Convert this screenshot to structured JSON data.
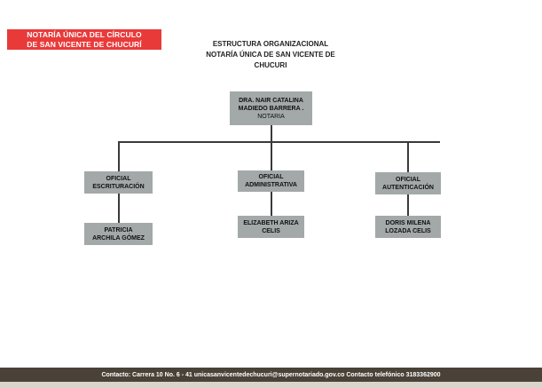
{
  "header": {
    "badge_line1": "NOTARÍA ÚNICA DEL CÍRCULO",
    "badge_line2": "DE SAN VICENTE DE CHUCURÍ",
    "title_line1": "ESTRUCTURA ORGANIZACIONAL",
    "title_line2": "NOTARÍA ÚNICA DE SAN VICENTE DE",
    "title_line3": "CHUCURI"
  },
  "org": {
    "root": {
      "line1": "DRA. NAIR CATALINA",
      "line2": "MADIEDO BARRERA .",
      "role": "NOTARIA"
    },
    "branches": [
      {
        "office_line1": "OFICIAL",
        "office_line2": "ESCRITURACIÓN",
        "person_line1": "PATRICIA",
        "person_line2": "ARCHILA GÓMEZ"
      },
      {
        "office_line1": "OFICIAL",
        "office_line2": "ADMINISTRATIVA",
        "person_line1": "ELIZABETH ARIZA",
        "person_line2": "CELIS"
      },
      {
        "office_line1": "OFICIAL",
        "office_line2": "AUTENTICACIÓN",
        "person_line1": "DORIS MILENA",
        "person_line2": "LOZADA CELIS"
      }
    ]
  },
  "footer": {
    "contact": "Contacto: Carrera 10 No. 6 - 41  unicasanvicentedechucuri@supernotariado.gov.co  Contacto telefónico 3183362900"
  },
  "colors": {
    "badge": "#e93a3a",
    "box": "#a3a8a8",
    "connector": "#3a3a3a",
    "footer": "#4a4238"
  }
}
